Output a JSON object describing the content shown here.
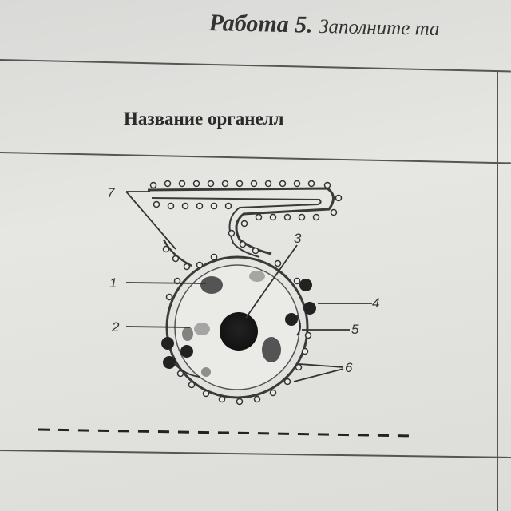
{
  "title": {
    "work": "Работа 5.",
    "instruction": "Заполните та"
  },
  "table": {
    "header": "Название органелл"
  },
  "diagram": {
    "labels": [
      "1",
      "2",
      "3",
      "4",
      "5",
      "6",
      "7"
    ]
  }
}
